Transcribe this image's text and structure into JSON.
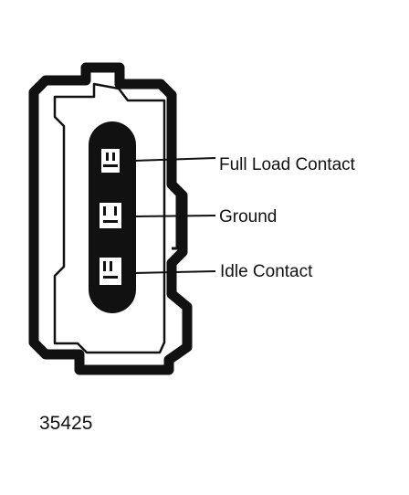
{
  "labels": {
    "full_load_contact": "Full Load Contact",
    "ground": "Ground",
    "idle_contact": "Idle Contact"
  },
  "figure_number": "35425",
  "colors": {
    "ink": "#111111",
    "paper": "#ffffff"
  }
}
